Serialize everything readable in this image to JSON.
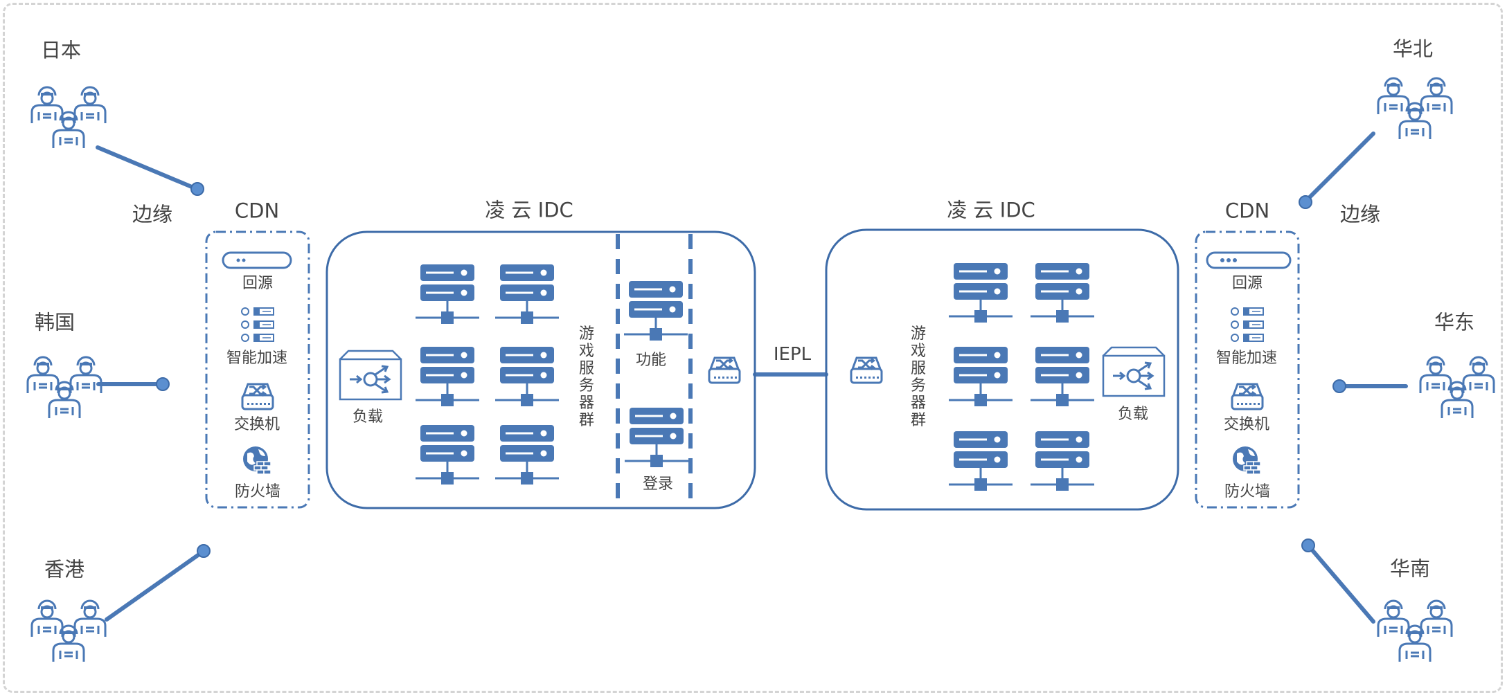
{
  "regions": {
    "japan": "日本",
    "korea": "韩国",
    "hongkong": "香港",
    "north_china": "华北",
    "east_china": "华东",
    "south_china": "华南"
  },
  "edge_label": "边缘",
  "cdn": {
    "title": "CDN",
    "items": {
      "origin": "回源",
      "smart_accel": "智能加速",
      "switch": "交换机",
      "firewall": "防火墙"
    }
  },
  "idc_title": "凌 云 IDC",
  "idc_left": {
    "load": "负载",
    "game_servers": "游戏服务器群",
    "function": "功能",
    "login": "登录"
  },
  "link_label": "IEPL",
  "idc_right": {
    "game_servers": "游戏服务器群",
    "load": "负载"
  },
  "colors": {
    "primary": "#4a78b5",
    "border": "#3d6ba8",
    "frame": "#d4d4d4"
  }
}
